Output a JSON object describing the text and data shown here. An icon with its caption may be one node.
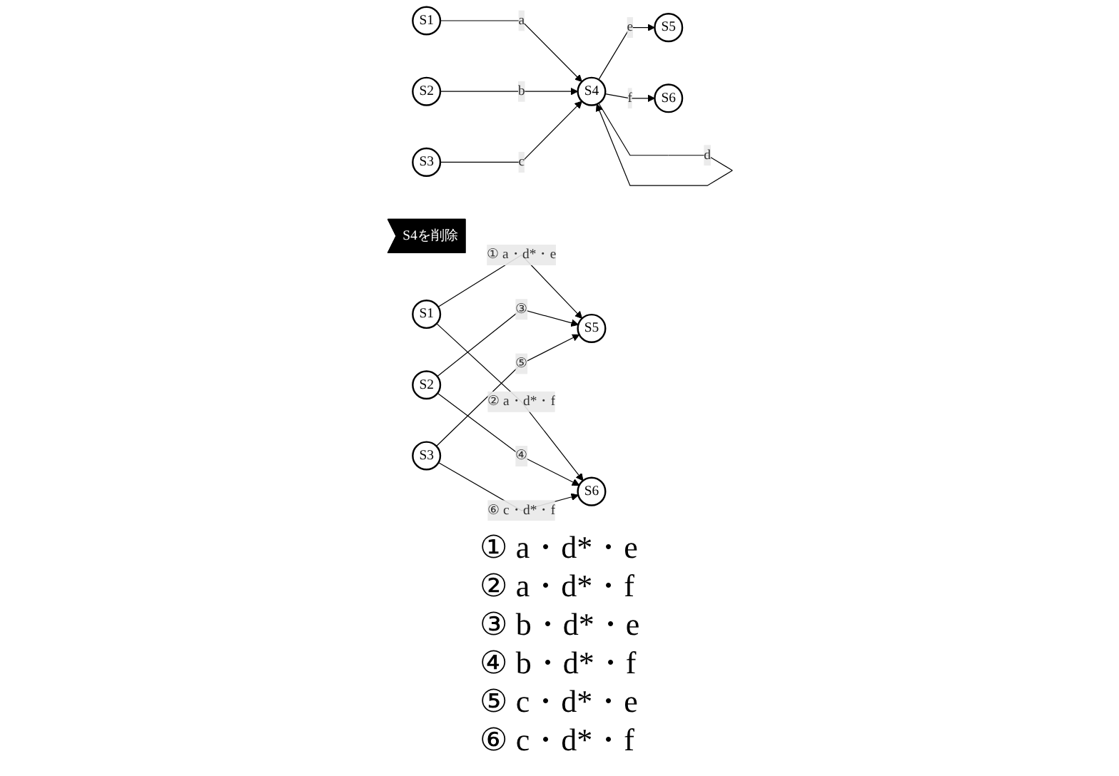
{
  "diagram": {
    "nodes": [
      {
        "text": [
          "S1"
        ]
      },
      {
        "text": [
          "S2"
        ]
      },
      {
        "text": [
          "S3"
        ]
      },
      {
        "text": [
          "S4"
        ]
      },
      {
        "text": [
          "S5"
        ]
      },
      {
        "text": [
          "S6"
        ]
      },
      {
        "text": [
          "S4を削除"
        ]
      },
      {
        "text": [
          "S1"
        ]
      },
      {
        "text": [
          "S2"
        ]
      },
      {
        "text": [
          "S3"
        ]
      },
      {
        "text": [
          "S5"
        ]
      },
      {
        "text": [
          "S6"
        ]
      }
    ],
    "edges": [
      {
        "from": 0,
        "to": 3,
        "arrow": "to",
        "label": "a"
      },
      {
        "from": 1,
        "to": 3,
        "arrow": "to",
        "label": "b"
      },
      {
        "from": 2,
        "to": 3,
        "arrow": "to",
        "label": "c"
      },
      {
        "from": 3,
        "to": 3,
        "arrow": "to",
        "label": "d"
      },
      {
        "from": 3,
        "to": 4,
        "arrow": "to",
        "label": "e"
      },
      {
        "from": 3,
        "to": 5,
        "arrow": "to",
        "label": "f"
      },
      {
        "from": 7,
        "to": 10,
        "arrow": "to",
        "label": "① a・d*・e"
      },
      {
        "from": 7,
        "to": 11,
        "arrow": "to",
        "label": "② a・d*・f"
      },
      {
        "from": 8,
        "to": 10,
        "arrow": "to",
        "label": "③"
      },
      {
        "from": 8,
        "to": 11,
        "arrow": "to",
        "label": "④"
      },
      {
        "from": 9,
        "to": 10,
        "arrow": "to",
        "label": "⑤"
      },
      {
        "from": 9,
        "to": 11,
        "arrow": "to",
        "label": "⑥ c・d*・f"
      }
    ],
    "labels": [
      "① a・d*・e",
      "② a・d*・f",
      "③ b・d*・e",
      "④ b・d*・f",
      "⑤ c・d*・e",
      "⑥ c・d*・f"
    ]
  }
}
